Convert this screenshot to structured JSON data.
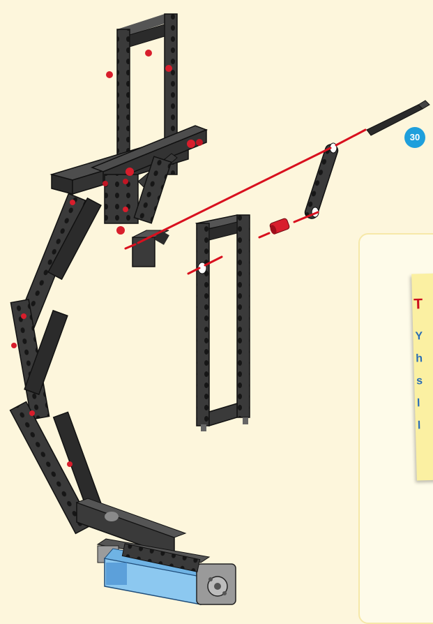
{
  "step": {
    "number": "30"
  },
  "tip": {
    "title": "T",
    "lines": [
      "Y",
      "h",
      "s",
      "l",
      "l"
    ]
  },
  "colors": {
    "background": "#fdf6dc",
    "beam": "#3a3a3a",
    "peg_red": "#d81e2c",
    "guide_line": "#d8101e",
    "note_yellow": "#fbf0a2",
    "tip_title": "#cc0f1e",
    "tip_text": "#2a6db6",
    "battery_blue": "#8cc8f0",
    "badge": "#1e9fdc"
  }
}
